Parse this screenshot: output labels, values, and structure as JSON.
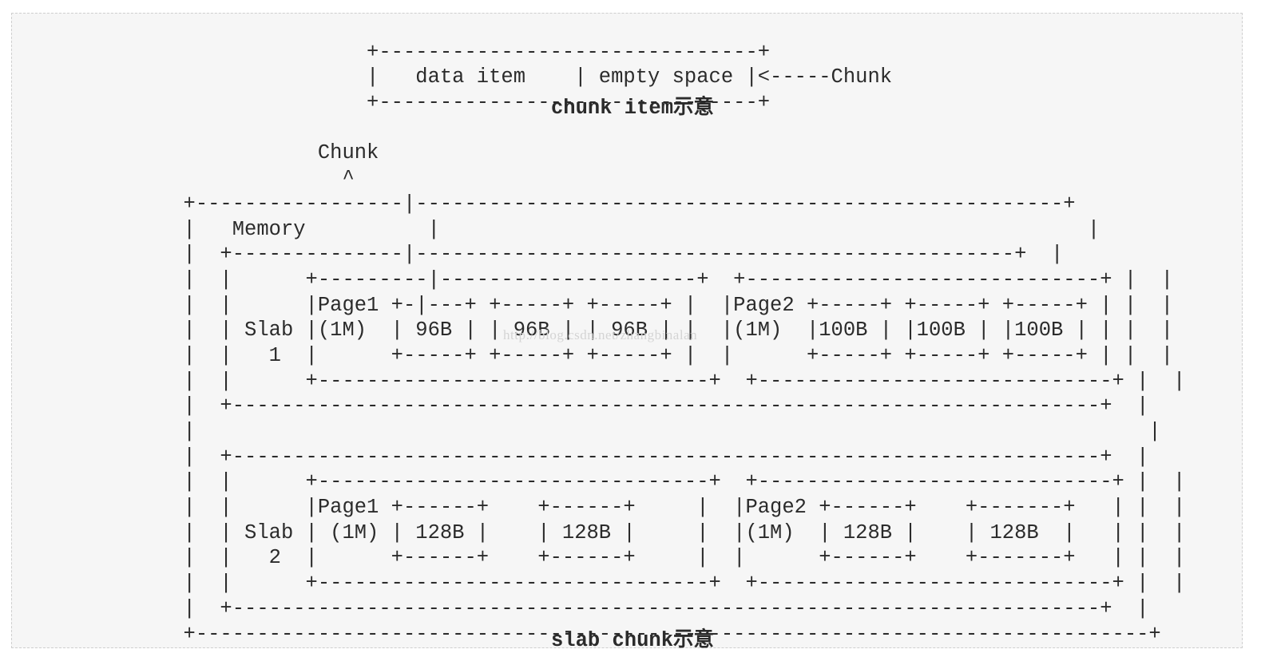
{
  "diagram": {
    "lines": [
      "",
      "                         +-------------------------------+",
      "                         |   data item    | empty space |<-----Chunk",
      "                         +-------------------------------+",
      "",
      "                     Chunk",
      "                       ^",
      "          +-----------------|-----------------------------------------------------+",
      "          |   Memory          |                                                     |",
      "          |  +--------------|-------------------------------------------------+  |",
      "          |  |      +---------|---------------------+  +-----------------------------+ |  |",
      "          |  |      |Page1 +-|---+ +-----+ +-----+ |  |Page2 +-----+ +-----+ +-----+ | |  |",
      "          |  | Slab |(1M)  | 96B | | 96B | | 96B | |  |(1M)  |100B | |100B | |100B | | |  |",
      "          |  |   1  |      +-----+ +-----+ +-----+ |  |      +-----+ +-----+ +-----+ | |  |",
      "          |  |      +--------------------------------+  +-----------------------------+ |  |",
      "          |  +-----------------------------------------------------------------------+  |",
      "          |                                                                              |",
      "          |  +-----------------------------------------------------------------------+  |",
      "          |  |      +--------------------------------+  +-----------------------------+ |  |",
      "          |  |      |Page1 +------+    +------+     |  |Page2 +------+    +-------+   | |  |",
      "          |  | Slab | (1M) | 128B |    | 128B |     |  |(1M)  | 128B |    | 128B  |   | |  |",
      "          |  |   2  |      +------+    +------+     |  |      +------+    +-------+   | |  |",
      "          |  |      +--------------------------------+  +-----------------------------+ |  |",
      "          |  +-----------------------------------------------------------------------+  |",
      "          +------------------------------------------------------------------------------+"
    ],
    "caption_top": "chunk item示意",
    "caption_bottom": "slab chunk示意",
    "watermark": "http://blog.csdn.net/zhangbinalan"
  }
}
